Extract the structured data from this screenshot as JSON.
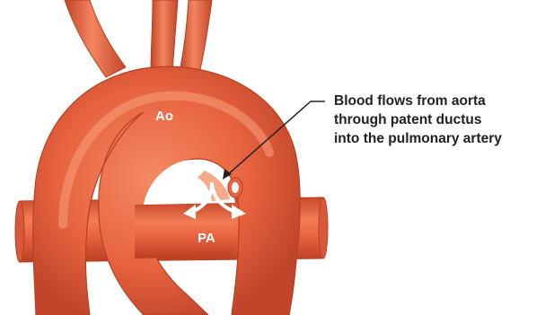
{
  "labels": {
    "aorta": "Ao",
    "pulmonary_artery": "PA"
  },
  "callout": {
    "lines": [
      "Blood flows from aorta",
      "through patent ductus",
      "into the pulmonary artery"
    ]
  },
  "colors": {
    "vessel": "#e8633f",
    "vessel_dark": "#b83f22",
    "highlight": "#f6a07c",
    "text_dark": "#222222",
    "flow_arrow": "#ffffff"
  }
}
